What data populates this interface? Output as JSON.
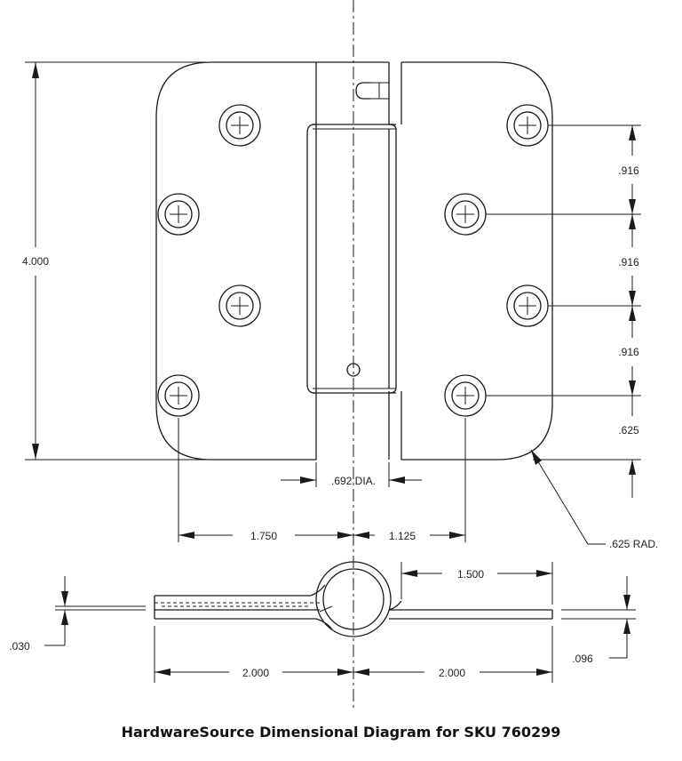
{
  "caption": "HardwareSource Dimensional Diagram for SKU 760299",
  "dims": {
    "height": "4.000",
    "spacing1": ".916",
    "spacing2": ".916",
    "spacing3": ".916",
    "bottom_offset": ".625",
    "radius": ".625 RAD.",
    "pin_dia": ".692 DIA.",
    "left_hole": "1.750",
    "right_hole": "1.125",
    "edge_hole": "1.500",
    "thickness_leaf": ".030",
    "thickness_total": ".096",
    "left_width": "2.000",
    "right_width": "2.000"
  }
}
